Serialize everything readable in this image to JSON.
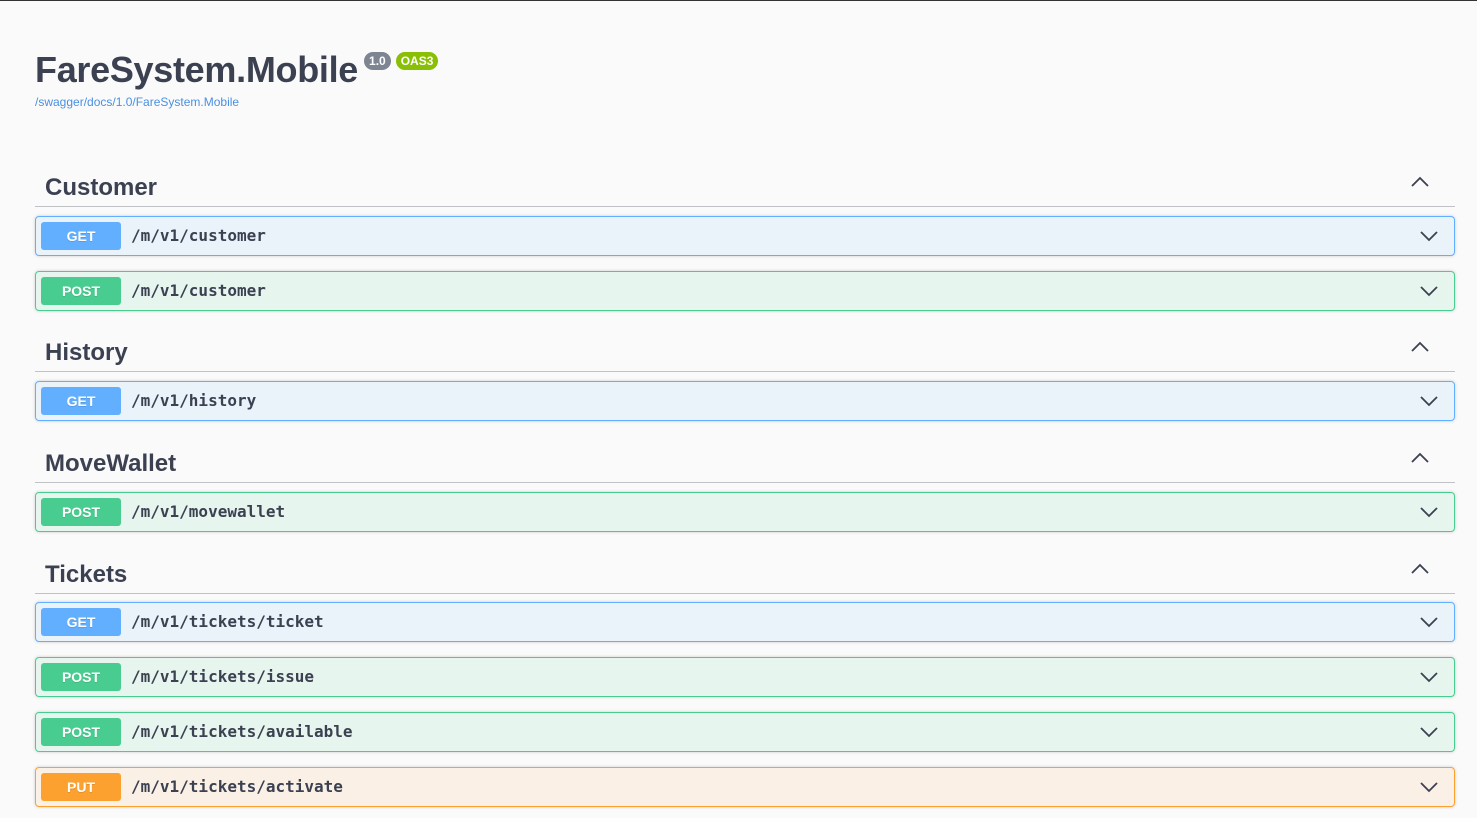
{
  "info": {
    "title": "FareSystem.Mobile",
    "version": "1.0",
    "oas_badge": "OAS3",
    "spec_url": "/swagger/docs/1.0/FareSystem.Mobile"
  },
  "colors": {
    "get": "#61affe",
    "post": "#49cc90",
    "put": "#fca130",
    "text": "#3b4151",
    "link": "#4990e2"
  },
  "tags": [
    {
      "name": "Customer",
      "operations": [
        {
          "method": "GET",
          "path": "/m/v1/customer"
        },
        {
          "method": "POST",
          "path": "/m/v1/customer"
        }
      ]
    },
    {
      "name": "History",
      "operations": [
        {
          "method": "GET",
          "path": "/m/v1/history"
        }
      ]
    },
    {
      "name": "MoveWallet",
      "operations": [
        {
          "method": "POST",
          "path": "/m/v1/movewallet"
        }
      ]
    },
    {
      "name": "Tickets",
      "operations": [
        {
          "method": "GET",
          "path": "/m/v1/tickets/ticket"
        },
        {
          "method": "POST",
          "path": "/m/v1/tickets/issue"
        },
        {
          "method": "POST",
          "path": "/m/v1/tickets/available"
        },
        {
          "method": "PUT",
          "path": "/m/v1/tickets/activate"
        }
      ]
    }
  ]
}
